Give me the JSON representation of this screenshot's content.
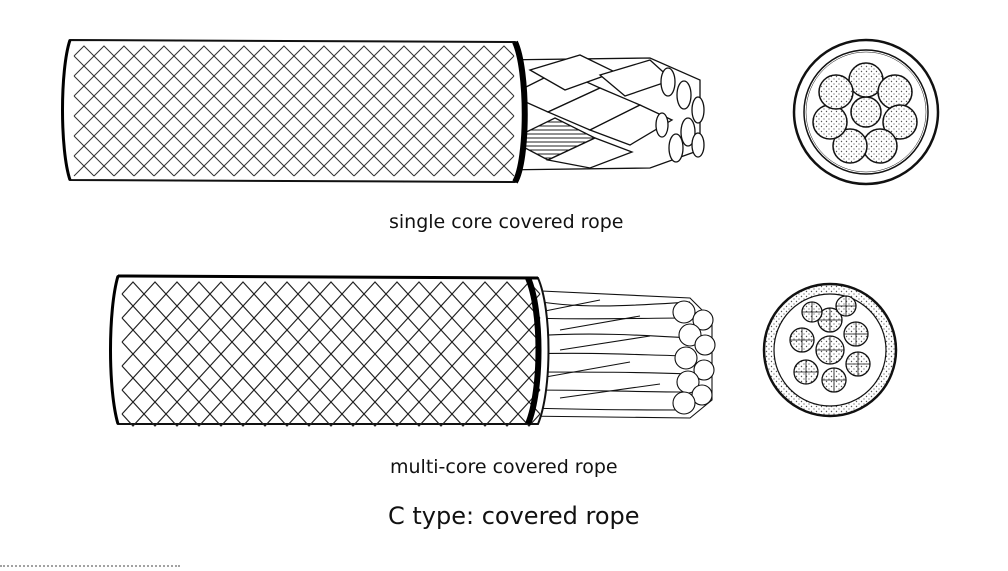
{
  "figure": {
    "items": [
      {
        "id": "single",
        "caption": "single core covered rope"
      },
      {
        "id": "multi",
        "caption": "multi-core covered rope"
      }
    ],
    "title": "C type: covered rope"
  },
  "colors": {
    "line": "#111111",
    "fill": "#ffffff",
    "dot": "#444444"
  }
}
